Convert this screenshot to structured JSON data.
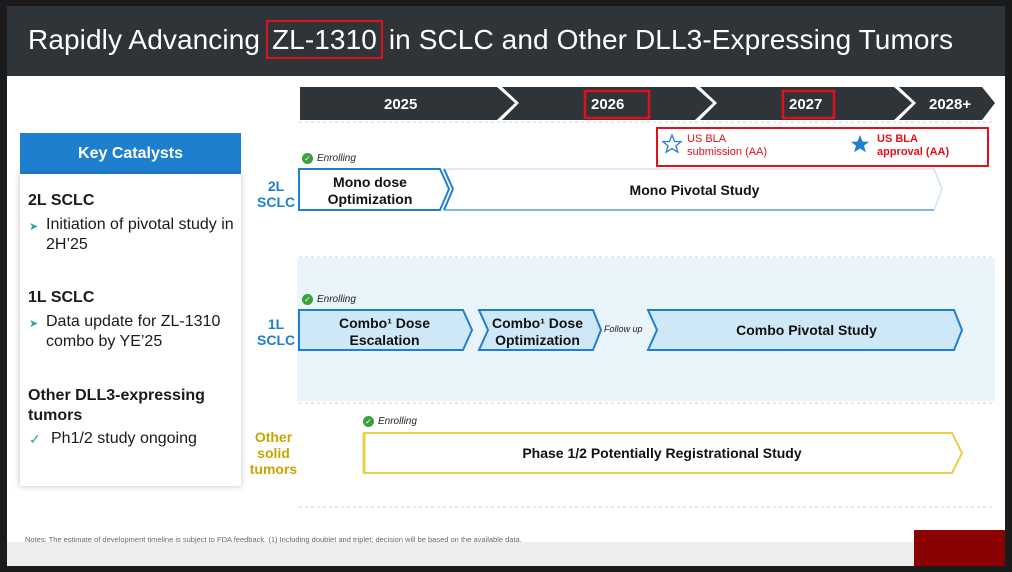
{
  "title": {
    "prefix": "Rapidly Advancing ",
    "highlight": "ZL-1310",
    "suffix": " in SCLC and Other DLL3-Expressing Tumors"
  },
  "timeline": {
    "years": [
      "2025",
      "2026",
      "2027",
      "2028+"
    ]
  },
  "legend": {
    "submission": "US BLA\nsubmission (AA)",
    "approval": "US BLA\napproval (AA)"
  },
  "key_catalysts": {
    "header": "Key Catalysts",
    "sections": [
      {
        "heading": "2L SCLC",
        "item": "Initiation of pivotal study in 2H’25"
      },
      {
        "heading": "1L SCLC",
        "item": "Data update for ZL-1310 combo by YE’25"
      },
      {
        "heading": "Other DLL3-expressing tumors",
        "item": "Ph1/2 study ongoing"
      }
    ]
  },
  "rows": [
    {
      "label": "2L\nSCLC",
      "enrolling": "Enrolling",
      "stages": [
        "Mono dose Optimization",
        "Mono Pivotal Study"
      ]
    },
    {
      "label": "1L\nSCLC",
      "enrolling": "Enrolling",
      "stages": [
        "Combo¹ Dose Escalation",
        "Combo¹ Dose Optimization",
        "Combo Pivotal Study"
      ],
      "follow_up": "Follow up"
    },
    {
      "label": "Other\nsolid\ntumors",
      "enrolling": "Enrolling",
      "stages": [
        "Phase 1/2 Potentially Registrational Study"
      ]
    }
  ],
  "note": "Notes: The estimate of development timeline is subject to FDA feedback. (1) Including doublet and triplet; decision will be based on the available data.",
  "colors": {
    "title_bg": "#2f3438",
    "accent_blue": "#1f7fcf",
    "highlight_red": "#e0101c",
    "gold": "#c9a400",
    "dark_red": "#8b0000"
  }
}
